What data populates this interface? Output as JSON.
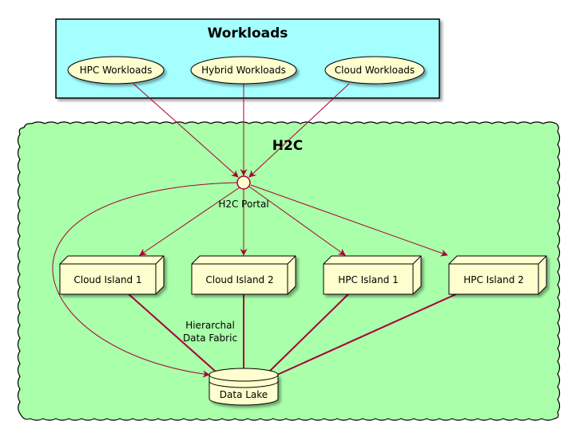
{
  "workloads": {
    "title": "Workloads",
    "items": [
      "HPC Workloads",
      "Hybrid Workloads",
      "Cloud Workloads"
    ]
  },
  "h2c": {
    "title": "H2C",
    "portal_label": "H2C Portal",
    "islands": [
      "Cloud Island 1",
      "Cloud Island 2",
      "HPC Island 1",
      "HPC Island 2"
    ],
    "data_lake": "Data Lake",
    "fabric_label_line1": "Hierarchal",
    "fabric_label_line2": "Data Fabric"
  },
  "colors": {
    "workloads_bg": "#a5ffff",
    "h2c_bg": "#aaffaa",
    "node_fill": "#fefece",
    "edge": "#a80036"
  }
}
